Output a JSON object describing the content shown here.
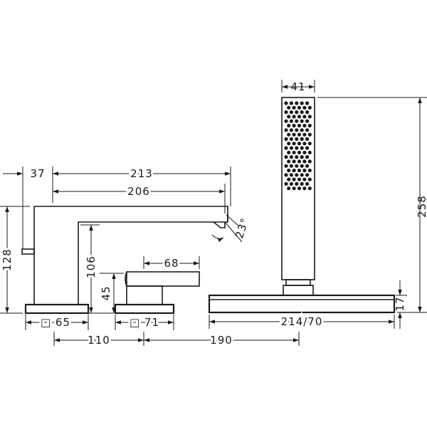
{
  "dimensions": {
    "handshower_width": "41",
    "handshower_height": "258",
    "lever_offset": "37",
    "spout_reach_outer": "213",
    "spout_reach_inner": "206",
    "spout_angle": "23°",
    "spout_height": "128",
    "spout_outlet_height": "106",
    "handle_length": "68",
    "handle_height": "45",
    "base_spout": "□ 65",
    "base_handle": "□ 71",
    "spacing_spout_handle": "110",
    "spacing_handle_shower": "190",
    "base_shower": "214/70",
    "base_shower_height": "17"
  }
}
